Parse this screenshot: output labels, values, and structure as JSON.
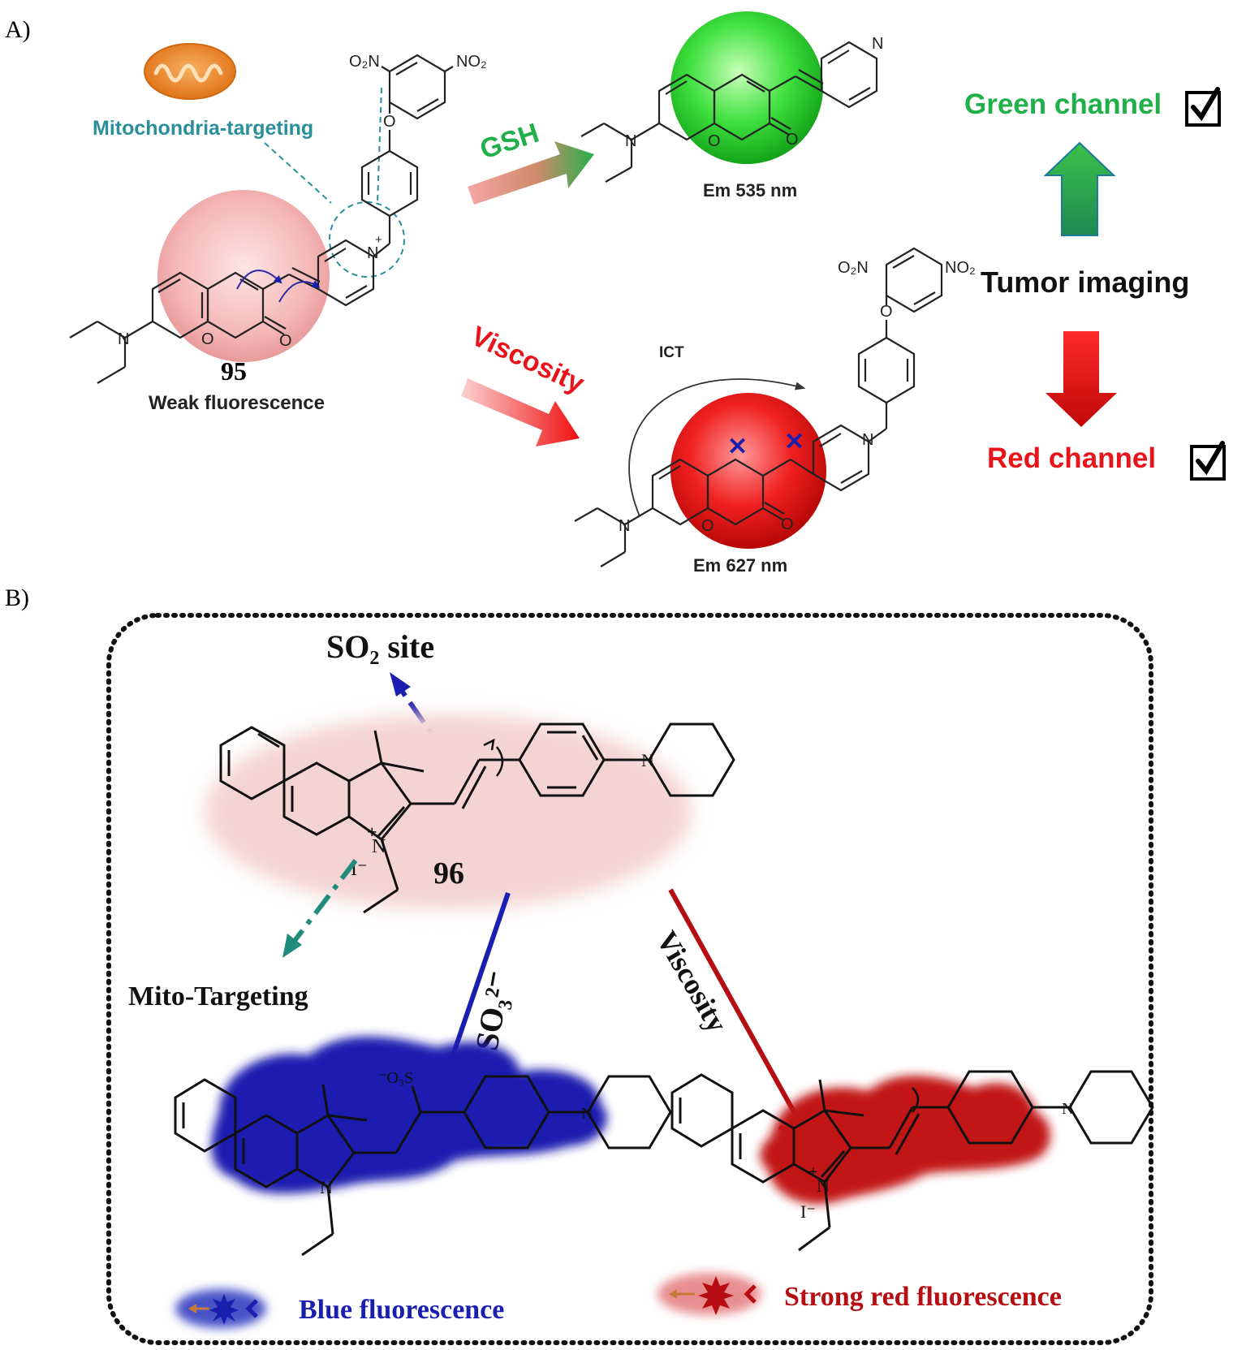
{
  "panel_a": {
    "label": "A)",
    "mitochondria_label": "Mitochondria-targeting",
    "compound_number": "95",
    "compound_state": "Weak fluorescence",
    "reagent_gsh": "GSH",
    "reagent_viscosity": "Viscosity",
    "ict_label": "ICT",
    "product_green_emission": "Em 535 nm",
    "product_red_emission": "Em 627 nm",
    "green_channel": "Green channel",
    "red_channel": "Red channel",
    "tumor_imaging": "Tumor imaging",
    "checkbox_icon": "checked-box-icon",
    "atoms": {
      "o2n": "O₂N",
      "no2": "NO₂",
      "n": "N",
      "n_plus": "+",
      "o": "O"
    },
    "colors": {
      "green": "#1fb04a",
      "red": "#e8141a",
      "teal": "#2a8f9a",
      "mito_orange": "#f08a2a"
    }
  },
  "panel_b": {
    "label": "B)",
    "so2_site": "SO₂ site",
    "compound_number": "96",
    "counterion": "I⁻",
    "mito_targeting": "Mito-Targeting",
    "reagent_sulfite": "SO₃²⁻",
    "reagent_viscosity": "Viscosity",
    "sulfonate_group": "⁻O₃S",
    "blue_fluorescence": "Blue fluorescence",
    "red_fluorescence": "Strong red fluorescence",
    "colors": {
      "blue": "#1a1fb0",
      "red": "#b50d12",
      "teal": "#1f8c7c",
      "pink_glow": "#f4d3d3"
    }
  }
}
